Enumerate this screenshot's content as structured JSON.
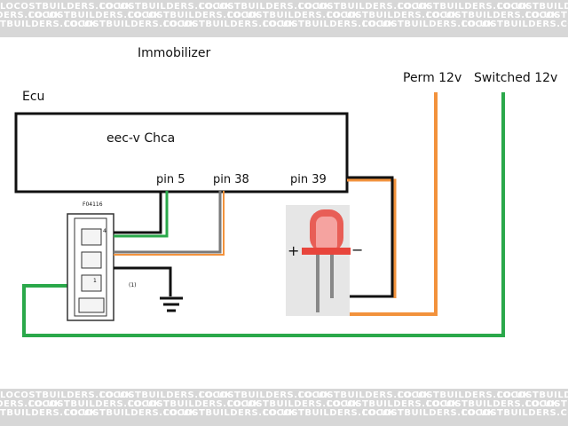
{
  "watermark": "LOCOSTBUILDERS.CO.UK",
  "labels": {
    "immobilizer": "Immobilizer",
    "ecu": "Ecu",
    "ecu_model": "eec-v Chca",
    "pin5": "pin 5",
    "pin38": "pin 38",
    "pin39": "pin 39",
    "perm": "Perm 12v",
    "switched": "Switched 12v",
    "relay_code": "F04116",
    "relay_pin4": "4",
    "relay_pin1": "1",
    "relay_pin1_alt": "(1)",
    "led_plus": "+",
    "led_minus": "−"
  },
  "colors": {
    "wire_green": "#2aa84a",
    "wire_orange": "#f2923c",
    "wire_black": "#111111",
    "wire_grey": "#7a7a7a",
    "led_red": "#e8453c",
    "led_pink": "#f5a3a0"
  }
}
